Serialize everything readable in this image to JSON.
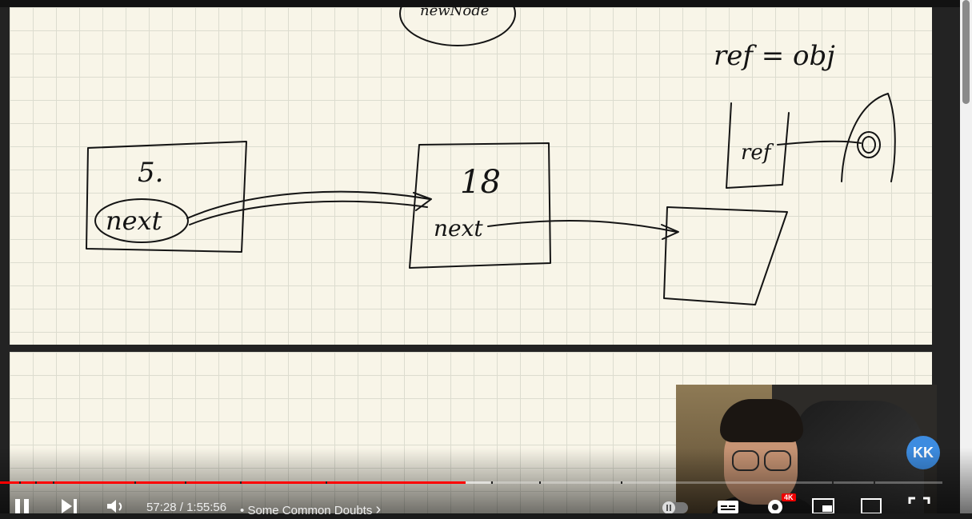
{
  "player": {
    "time_current": "57:28",
    "time_separator": " / ",
    "time_total": "1:55:56",
    "chapter_bullet": "•",
    "chapter_title": "Some Common Doubts",
    "chapter_chevron": "›",
    "progress_played_fraction": 0.494,
    "progress_loaded_fraction": 0.52,
    "quality_badge": "4K",
    "accent_color": "#ff0000"
  },
  "whiteboard": {
    "top_oval_text": "newNode",
    "ref_text": "ref = obj",
    "box1_value": "5.",
    "box1_next": "next",
    "box2_value": "18",
    "box2_next": "next",
    "ref_box_label": "ref"
  },
  "pip": {
    "badge_text": "KK",
    "badge_color": "#3d8ce0"
  },
  "icons": {
    "pause": "pause-icon",
    "next": "next-icon",
    "volume": "volume-icon",
    "autoplay": "autoplay-toggle-icon",
    "captions": "captions-icon",
    "settings": "settings-icon",
    "miniplayer": "miniplayer-icon",
    "theater": "theater-icon",
    "fullscreen": "fullscreen-icon"
  }
}
